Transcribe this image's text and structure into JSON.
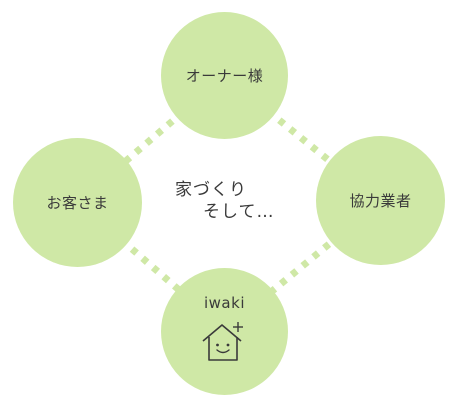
{
  "diagram": {
    "center_line1": "家づくり",
    "center_line2": "そして…",
    "nodes": {
      "top": "オーナー様",
      "left": "お客さま",
      "right": "協力業者",
      "bottom": "iwaki"
    },
    "colors": {
      "circle_fill": "#cfe8a6",
      "ring_dots": "#cfe8a6",
      "text": "#3a3a3a"
    }
  }
}
